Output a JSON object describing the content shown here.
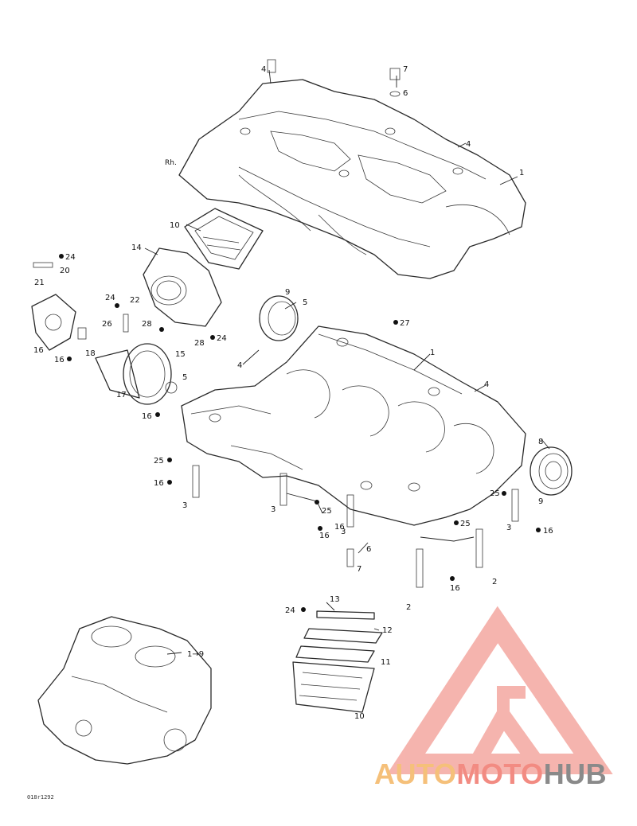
{
  "callouts": {
    "c1a": "1",
    "c1b": "1",
    "c2a": "2",
    "c2b": "2",
    "c3a": "3",
    "c3b": "3",
    "c3c": "3",
    "c3d": "3",
    "c4a": "4",
    "c4b": "4",
    "c4c": "4",
    "c4d": "4",
    "c5a": "5",
    "c5b": "5",
    "c6a": "6",
    "c6b": "6",
    "c7a": "7",
    "c7b": "7",
    "c8": "8",
    "c9a": "9",
    "c9b": "9",
    "c10a": "10",
    "c10b": "10",
    "c11": "11",
    "c12": "12",
    "c13": "13",
    "c14": "14",
    "c15": "15",
    "c16a": "16",
    "c16b": "16",
    "c16c": "16",
    "c16d": "16",
    "c16e": "16",
    "c16f": "16",
    "c16g": "16",
    "c16h": "16",
    "c17": "17",
    "c18": "18",
    "c19": "1→9",
    "c20": "20",
    "c21": "21",
    "c22": "22",
    "c24a": "24",
    "c24b": "24",
    "c24c": "24",
    "c24d": "24",
    "c25a": "25",
    "c25b": "25",
    "c25c": "25",
    "c25d": "25",
    "c26": "26",
    "c27": "27",
    "c28a": "28",
    "c28b": "28"
  },
  "stamp_upper": "Rh.",
  "doc_code": "018r1292",
  "watermark": {
    "logo": "automotohub-triangle-logo",
    "part1": "AUTO",
    "part2": "MOTO",
    "part3": "HUB",
    "color_auto": "#f5c07a",
    "color_moto": "#f28b82",
    "color_hub": "#8a8a8a",
    "color_logo": "#f4a7a0"
  }
}
